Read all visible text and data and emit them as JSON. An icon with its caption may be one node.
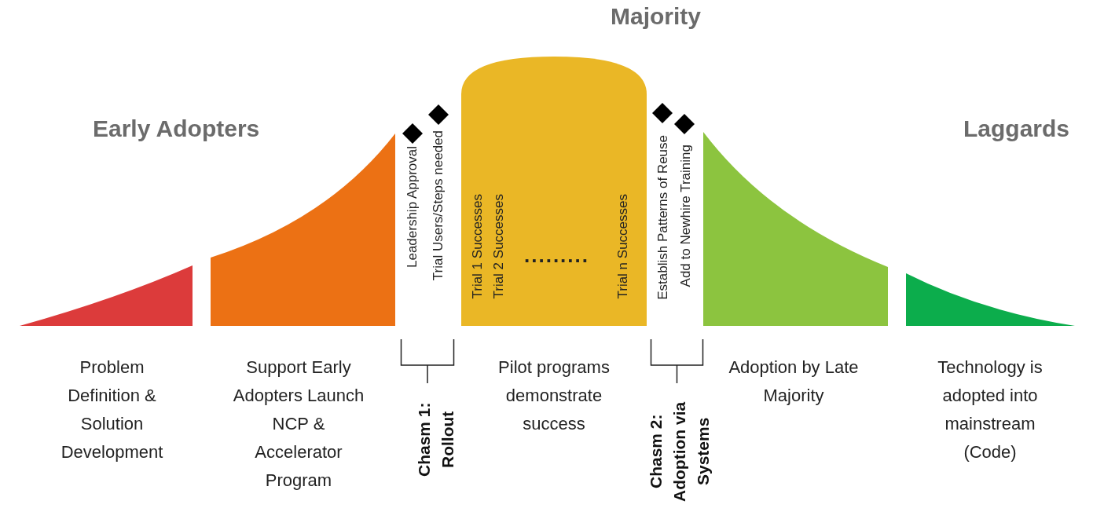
{
  "diagram": {
    "nodes": [
      {
        "text": [],
        "shape": "area",
        "beside": [
          "Problem Definition & Solution Development"
        ]
      },
      {
        "text": [],
        "shape": "area",
        "beside": [
          "Support Early Adopters Launch NCP & Accelerator Program"
        ]
      },
      {
        "text": [
          "Trial 1 Successes",
          "Trial 2 Successes",
          ".........",
          "Trial n Successes"
        ],
        "beside": [
          "Pilot programs demonstrate success"
        ]
      },
      {
        "text": [],
        "shape": "area",
        "beside": [
          "Adoption by Late Majority"
        ]
      },
      {
        "text": [],
        "shape": "area",
        "beside": [
          "Technology is adopted into mainstream (Code)"
        ]
      }
    ],
    "labels": [
      "Majority",
      "Early Adopters",
      "Laggards",
      "Leadership Approval",
      "Trial Users/Steps needed",
      "Establish Patterns of Reuse",
      "Add to Newhire Training",
      "Chasm 1: Rollout",
      "Chasm 2: Adoption via Systems"
    ]
  }
}
